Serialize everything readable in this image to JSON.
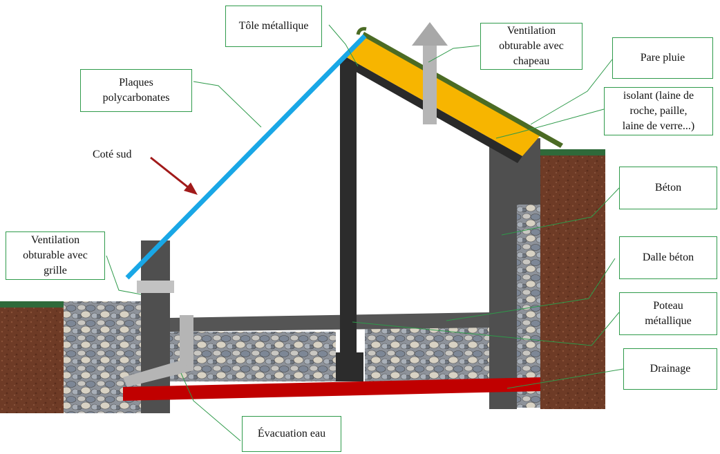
{
  "colors": {
    "soil": "#6e3b26",
    "grass": "#2f6a3a",
    "concrete": "#4f4f4f",
    "gravel": "#9aa0a8",
    "insulation": "#f7b500",
    "rain_barrier": "#4b6b24",
    "polycarbonate": "#19a7e6",
    "drain": "#c00000",
    "pipe": "#b5b5b5",
    "metal_post": "#2c2c2c",
    "leader_line": "#2e9a4a",
    "arrow": "#a11a1a"
  },
  "labels": {
    "tole": "Tôle métallique",
    "ventilation_chapeau": "Ventilation\nobturable avec\nchapeau",
    "pare_pluie": "Pare pluie",
    "plaques": "Plaques\npolycarbonates",
    "isolant": "isolant (laine de\nroche, paille,\nlaine de verre...)",
    "cote_sud": "Coté sud",
    "beton": "Béton",
    "ventilation_grille": "Ventilation\nobturable avec\ngrille",
    "dalle": "Dalle béton",
    "poteau": "Poteau\nmétallique",
    "drainage": "Drainage",
    "evacuation": "Évacuation eau"
  }
}
